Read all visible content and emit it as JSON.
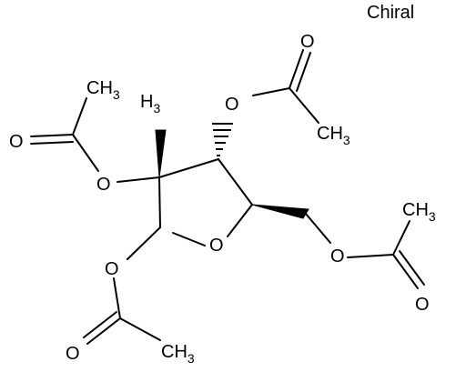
{
  "label": "Chiral",
  "atoms": {
    "o_ring": "O",
    "o_c2": "O",
    "o_c1": "O",
    "o_c3": "O",
    "o_c5": "O",
    "carbonyl_o_tl": "O",
    "carbonyl_o_tr": "O",
    "carbonyl_o_bl": "O",
    "carbonyl_o_br": "O",
    "ch3_tl": "CH",
    "ch3_tl_sub": "3",
    "methyl": "H",
    "methyl_sub": "3",
    "ch3_tr": "CH",
    "ch3_tr_sub": "3",
    "ch3_bl": "CH",
    "ch3_bl_sub": "3",
    "ch3_br": "CH",
    "ch3_br_sub": "3"
  },
  "colors": {
    "ink": "#000000",
    "background": "#ffffff"
  }
}
